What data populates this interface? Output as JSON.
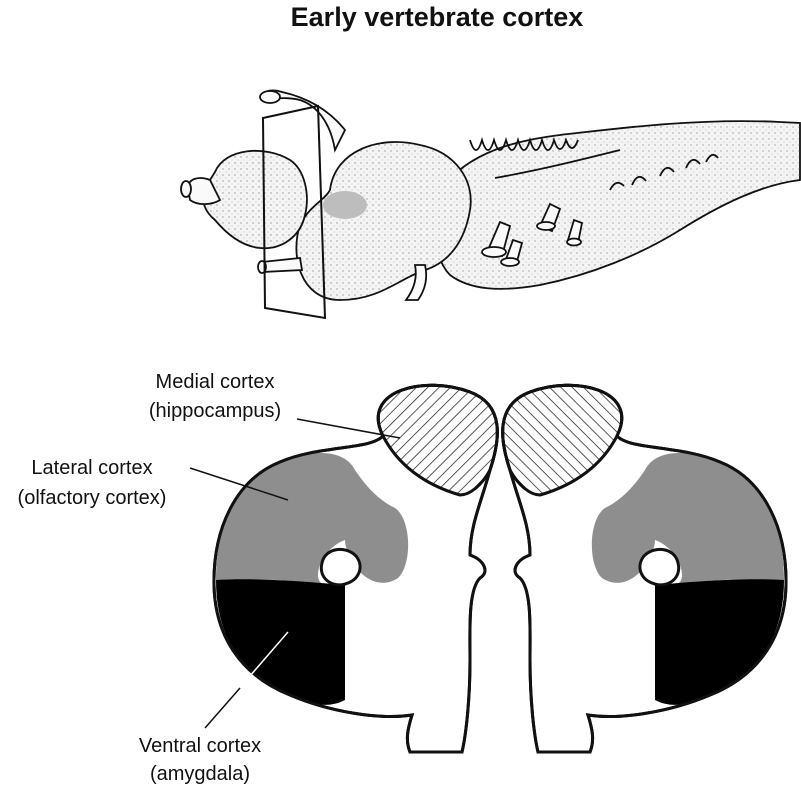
{
  "title": "Early vertebrate cortex",
  "labels": {
    "medial": {
      "line1": "Medial cortex",
      "line2": "(hippocampus)"
    },
    "lateral": {
      "line1": "Lateral cortex",
      "line2": "(olfactory cortex)"
    },
    "ventral": {
      "line1": "Ventral cortex",
      "line2": "(amygdala)"
    }
  },
  "colors": {
    "outline": "#111111",
    "lateral_fill": "#8e8e8e",
    "ventral_fill": "#000000",
    "brain_fill": "#f3f3f3"
  }
}
